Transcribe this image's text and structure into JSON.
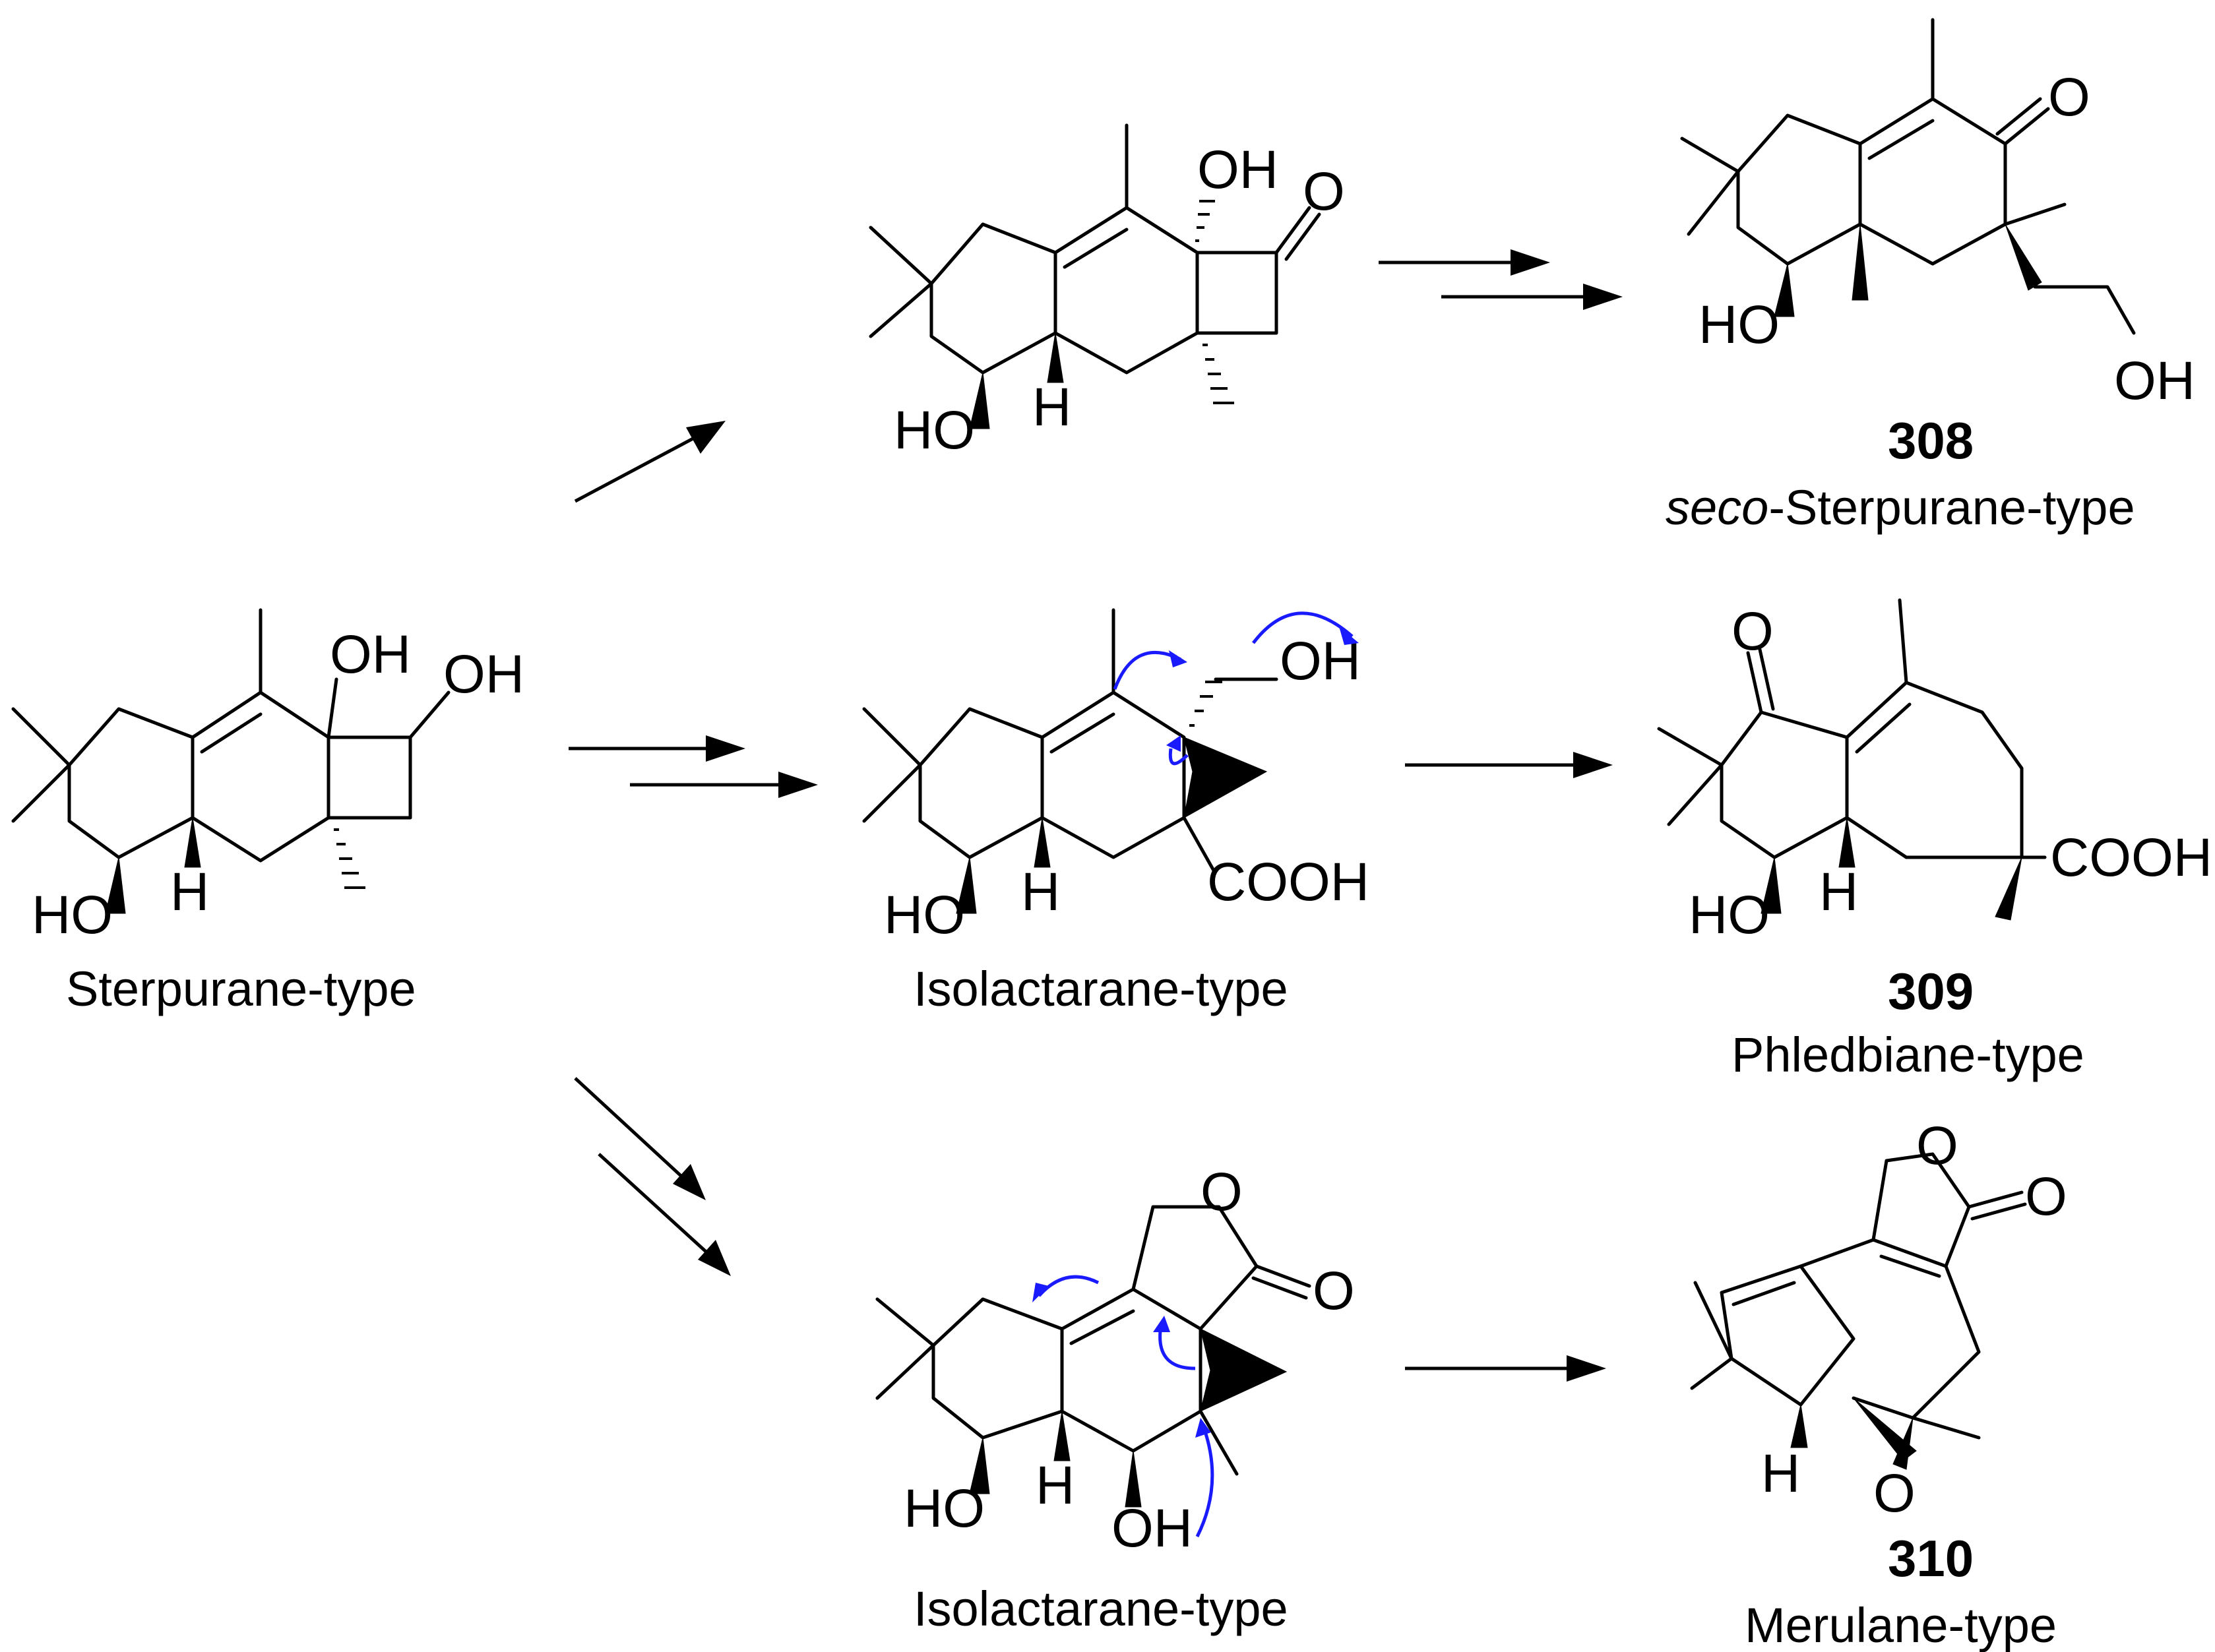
{
  "compounds": {
    "sterpurane": {
      "label": "Sterpurane-type",
      "atoms": {
        "oh_top": "OH",
        "oh_right": "OH",
        "ho": "HO",
        "h": "H"
      }
    },
    "intermediate_top": {
      "atoms": {
        "oh": "OH",
        "o": "O",
        "ho": "HO",
        "h": "H"
      }
    },
    "isolactarane_mid": {
      "label": "Isolactarane-type",
      "atoms": {
        "oh": "OH",
        "cooh": "COOH",
        "ho": "HO",
        "h": "H"
      }
    },
    "isolactarane_bottom": {
      "label": "Isolactarane-type",
      "atoms": {
        "o_ring": "O",
        "o_keto": "O",
        "ho": "HO",
        "oh": "OH",
        "h": "H"
      }
    },
    "c308": {
      "number": "308",
      "label_prefix": "seco",
      "label_suffix": "-Sterpurane-type",
      "atoms": {
        "o": "O",
        "ho": "HO",
        "oh": "OH"
      }
    },
    "c309": {
      "number": "309",
      "label": "Phledbiane-type",
      "atoms": {
        "o": "O",
        "cooh": "COOH",
        "ho": "HO",
        "h": "H"
      }
    },
    "c310": {
      "number": "310",
      "label": "Merulane-type",
      "atoms": {
        "o_ring": "O",
        "o_keto": "O",
        "o_epox": "O",
        "h": "H"
      }
    }
  },
  "colors": {
    "arrows": "#000000",
    "curly_arrows": "#1a1aff",
    "bonds": "#000000"
  },
  "icons": {
    "arrows": "reaction-arrow",
    "curly": "electron-pushing-arrow"
  }
}
